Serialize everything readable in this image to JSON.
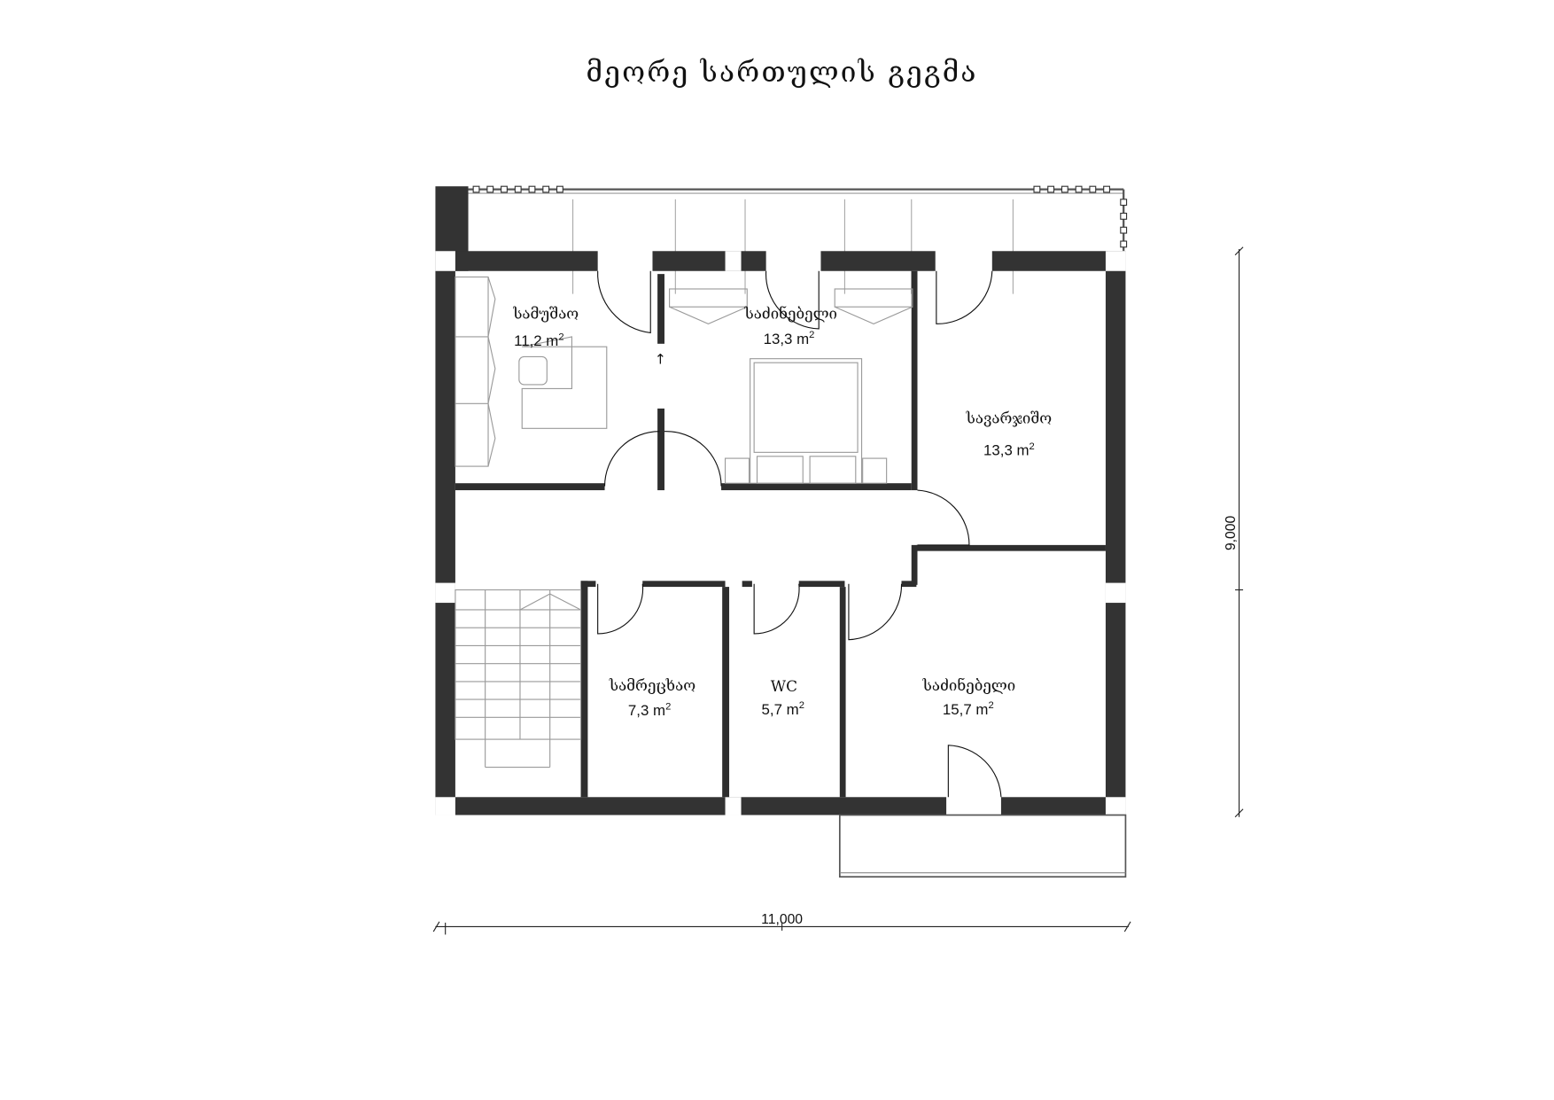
{
  "title": "მეორე სართულის გეგმა",
  "rooms": [
    {
      "name": "სამუშაო",
      "area": "11,2 m",
      "exp": "2"
    },
    {
      "name": "საძინებელი",
      "area": "13,3 m",
      "exp": "2"
    },
    {
      "name": "სავარჯიშო",
      "area": "13,3 m",
      "exp": "2"
    },
    {
      "name": "სამრეცხაო",
      "area": "7,3 m",
      "exp": "2"
    },
    {
      "name": "WC",
      "area": "5,7 m",
      "exp": "2"
    },
    {
      "name": "საძინებელი",
      "area": "15,7 m",
      "exp": "2"
    }
  ],
  "dimensions": {
    "width": "11,000",
    "height": "9,000"
  },
  "colors": {
    "wall": "#333333",
    "furniture": "#9a9a9a"
  }
}
